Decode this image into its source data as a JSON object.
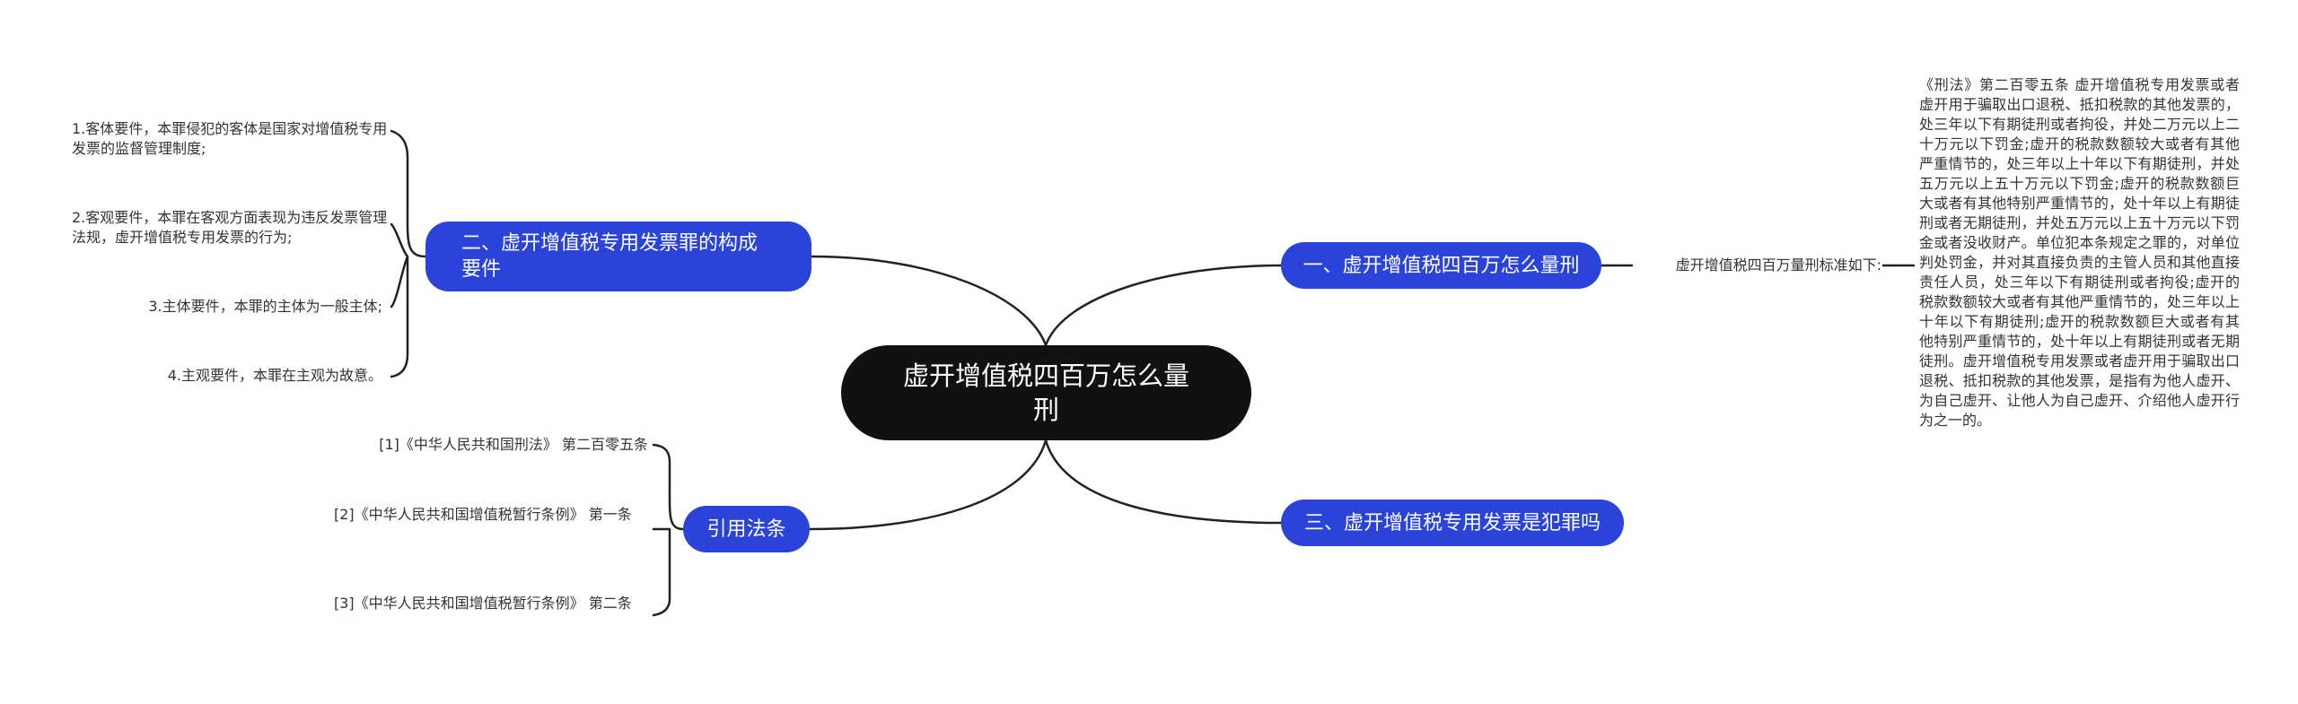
{
  "root": {
    "label": "虚开增值税四百万怎么量刑"
  },
  "branches": [
    {
      "label": "一、虚开增值税四百万怎么量刑"
    },
    {
      "label": "二、虚开增值税专用发票罪的构成要件"
    },
    {
      "label": "三、虚开增值税专用发票是犯罪吗"
    },
    {
      "label": "引用法条"
    }
  ],
  "branch1": {
    "standard_label": "虚开增值税四百万量刑标准如下:",
    "law_text": "《刑法》第二百零五条 虚开增值税专用发票或者虚开用于骗取出口退税、抵扣税款的其他发票的，处三年以下有期徒刑或者拘役，并处二万元以上二十万元以下罚金;虚开的税款数额较大或者有其他严重情节的，处三年以上十年以下有期徒刑，并处五万元以上五十万元以下罚金;虚开的税款数额巨大或者有其他特别严重情节的，处十年以上有期徒刑或者无期徒刑，并处五万元以上五十万元以下罚金或者没收财产。单位犯本条规定之罪的，对单位判处罚金，并对其直接负责的主管人员和其他直接责任人员，处三年以下有期徒刑或者拘役;虚开的税款数额较大或者有其他严重情节的，处三年以上十年以下有期徒刑;虚开的税款数额巨大或者有其他特别严重情节的，处十年以上有期徒刑或者无期徒刑。虚开增值税专用发票或者虚开用于骗取出口退税、抵扣税款的其他发票，是指有为他人虚开、为自己虚开、让他人为自己虚开、介绍他人虚开行为之一的。"
  },
  "branch2": {
    "items": [
      "1.客体要件，本罪侵犯的客体是国家对增值税专用发票的监督管理制度;",
      "2.客观要件，本罪在客观方面表现为违反发票管理法规，虚开增值税专用发票的行为;",
      "3.主体要件，本罪的主体为一般主体;",
      "4.主观要件，本罪在主观为故意。"
    ]
  },
  "citations": {
    "items": [
      "[1]《中华人民共和国刑法》 第二百零五条",
      "[2]《中华人民共和国增值税暂行条例》 第一条",
      "[3]《中华人民共和国增值税暂行条例》 第二条"
    ]
  },
  "colors": {
    "root_bg": "#111111",
    "branch_bg": "#2a43d8",
    "link": "#222222",
    "text": "#333333"
  }
}
